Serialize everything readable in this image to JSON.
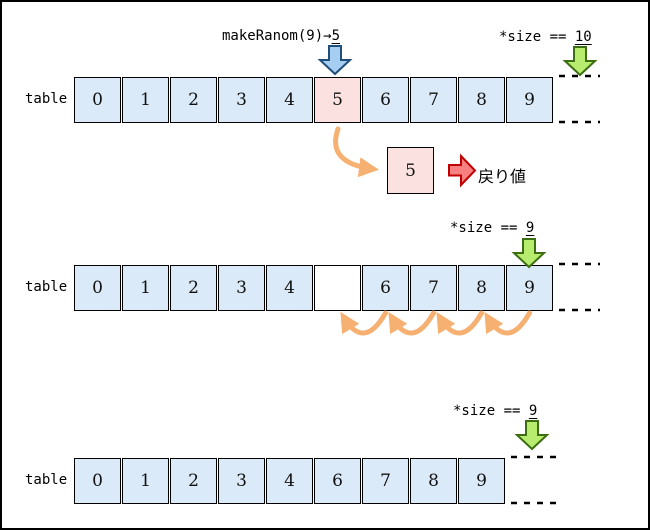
{
  "labels": {
    "table": "table",
    "call": {
      "prefix": "makeRanom(9)→",
      "value": "5"
    },
    "return_value": "戻り値",
    "extracted": "5"
  },
  "sections": [
    {
      "size": {
        "prefix": "*size == ",
        "value": "10"
      },
      "cells": [
        "0",
        "1",
        "2",
        "3",
        "4",
        "5",
        "6",
        "7",
        "8",
        "9"
      ]
    },
    {
      "size": {
        "prefix": "*size == ",
        "value": "9"
      },
      "cells": [
        "0",
        "1",
        "2",
        "3",
        "4",
        "",
        "6",
        "7",
        "8",
        "9"
      ]
    },
    {
      "size": {
        "prefix": "*size == ",
        "value": "9"
      },
      "cells": [
        "0",
        "1",
        "2",
        "3",
        "4",
        "6",
        "7",
        "8",
        "9"
      ]
    }
  ],
  "colors": {
    "cell_blue": "#daeaf8",
    "cell_pink": "#fce1e1",
    "cell_empty": "#ffffff",
    "arrow_blue": "#a6cef2",
    "arrow_blue_border": "#1f4e79",
    "arrow_green": "#b8ec6e",
    "arrow_green_border": "#3c6e12",
    "arrow_red": "#f98080",
    "arrow_red_border": "#c00000",
    "arrow_orange": "#f6b072",
    "border_black": "#000000"
  }
}
